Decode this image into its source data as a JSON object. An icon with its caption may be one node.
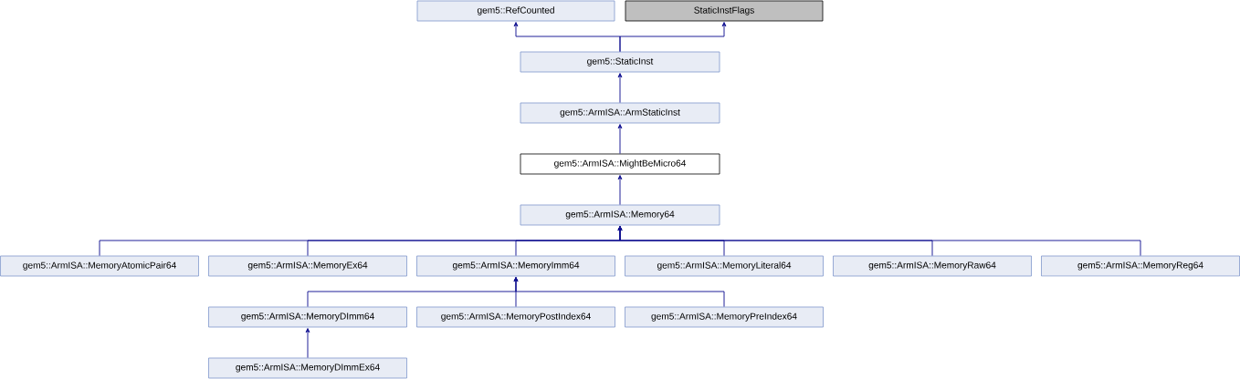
{
  "diagram": {
    "nodes": [
      {
        "text": [
          "gem5::RefCounted"
        ]
      },
      {
        "text": [
          "StaticInstFlags"
        ]
      },
      {
        "text": [
          "gem5::StaticInst"
        ]
      },
      {
        "text": [
          "gem5::ArmISA::ArmStaticInst"
        ]
      },
      {
        "text": [
          "gem5::ArmISA::MightBeMicro64"
        ]
      },
      {
        "text": [
          "gem5::ArmISA::Memory64"
        ]
      },
      {
        "text": [
          "gem5::ArmISA::MemoryAtomicPair64"
        ]
      },
      {
        "text": [
          "gem5::ArmISA::MemoryEx64"
        ]
      },
      {
        "text": [
          "gem5::ArmISA::MemoryImm64"
        ]
      },
      {
        "text": [
          "gem5::ArmISA::MemoryLiteral64"
        ]
      },
      {
        "text": [
          "gem5::ArmISA::MemoryRaw64"
        ]
      },
      {
        "text": [
          "gem5::ArmISA::MemoryReg64"
        ]
      },
      {
        "text": [
          "gem5::ArmISA::MemoryDImm64"
        ]
      },
      {
        "text": [
          "gem5::ArmISA::MemoryPostIndex64"
        ]
      },
      {
        "text": [
          "gem5::ArmISA::MemoryPreIndex64"
        ]
      },
      {
        "text": [
          "gem5::ArmISA::MemoryDImmEx64"
        ]
      }
    ],
    "edges": [
      {
        "from": 2,
        "to": 0,
        "arrow": "to"
      },
      {
        "from": 2,
        "to": 1,
        "arrow": "to"
      },
      {
        "from": 3,
        "to": 2,
        "arrow": "to"
      },
      {
        "from": 4,
        "to": 3,
        "arrow": "to"
      },
      {
        "from": 5,
        "to": 4,
        "arrow": "to"
      },
      {
        "from": 6,
        "to": 5,
        "arrow": "to"
      },
      {
        "from": 7,
        "to": 5,
        "arrow": "to"
      },
      {
        "from": 8,
        "to": 5,
        "arrow": "to"
      },
      {
        "from": 9,
        "to": 5,
        "arrow": "to"
      },
      {
        "from": 10,
        "to": 5,
        "arrow": "to"
      },
      {
        "from": 11,
        "to": 5,
        "arrow": "to"
      },
      {
        "from": 12,
        "to": 8,
        "arrow": "to"
      },
      {
        "from": 13,
        "to": 8,
        "arrow": "to"
      },
      {
        "from": 14,
        "to": 8,
        "arrow": "to"
      },
      {
        "from": 15,
        "to": 12,
        "arrow": "to"
      }
    ]
  }
}
